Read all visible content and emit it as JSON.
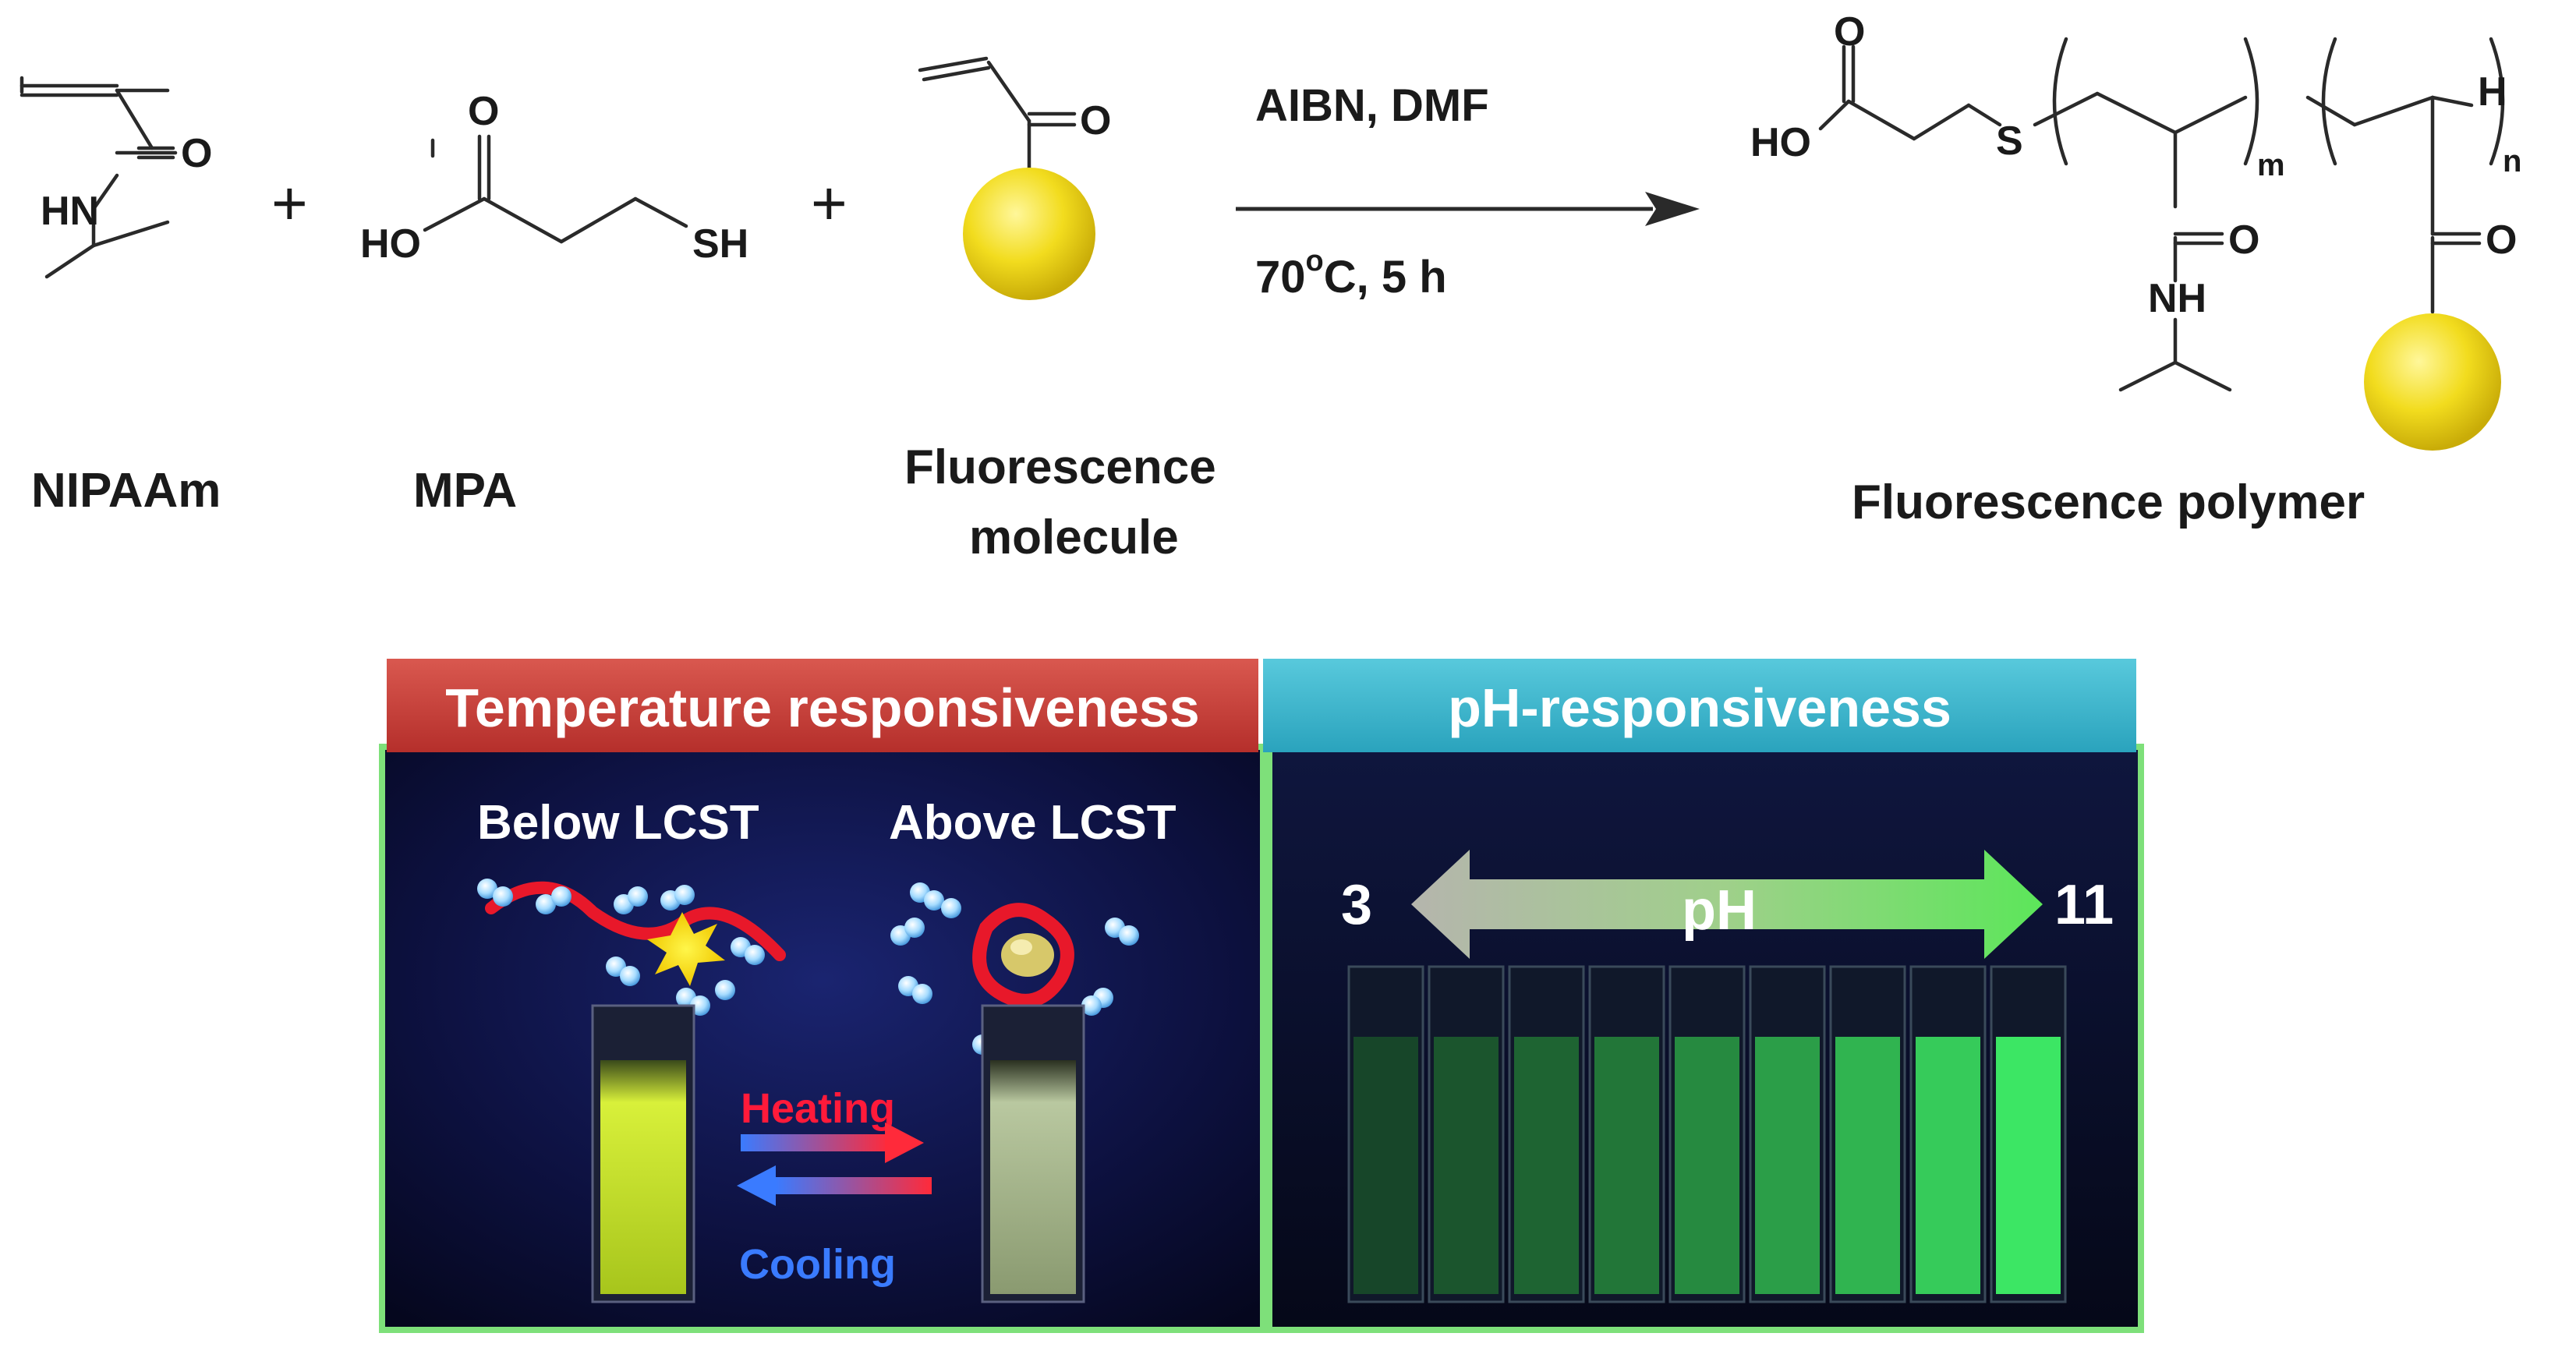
{
  "reactants": {
    "nipaam": {
      "name": "NIPAAm",
      "atoms": {
        "o": "O",
        "hn": "HN"
      }
    },
    "mpa": {
      "name": "MPA",
      "atoms": {
        "o": "O",
        "ho": "HO",
        "sh": "SH"
      }
    },
    "fluor": {
      "name_line1": "Fluorescence",
      "name_line2": "molecule",
      "atoms": {
        "o": "O"
      }
    },
    "plus": "+"
  },
  "conditions": {
    "reagents": "AIBN, DMF",
    "temp_value": "70",
    "temp_degree": "o",
    "temp_unit": "C, 5 h"
  },
  "product": {
    "name": "Fluorescence polymer",
    "atoms": {
      "o_top": "O",
      "ho": "HO",
      "s": "S",
      "o_amide": "O",
      "nh": "NH",
      "o_ketone": "O",
      "h_end": "H",
      "sub_m": "m",
      "sub_n": "n"
    }
  },
  "temperature_panel": {
    "header": "Temperature responsiveness",
    "below": "Below LCST",
    "above": "Above LCST",
    "heating": "Heating",
    "cooling": "Cooling"
  },
  "ph_panel": {
    "header": "pH-responsiveness",
    "low": "3",
    "high": "11",
    "axis": "pH",
    "vial_count": 9
  },
  "colors": {
    "temp_header": "#c8403c",
    "ph_header": "#3cb6cc",
    "panel_border": "#7ee07a",
    "fluor_sphere": "#f2dc1e",
    "vial_green": "#3fdc6a",
    "vial_yellow": "#d8f03a"
  }
}
